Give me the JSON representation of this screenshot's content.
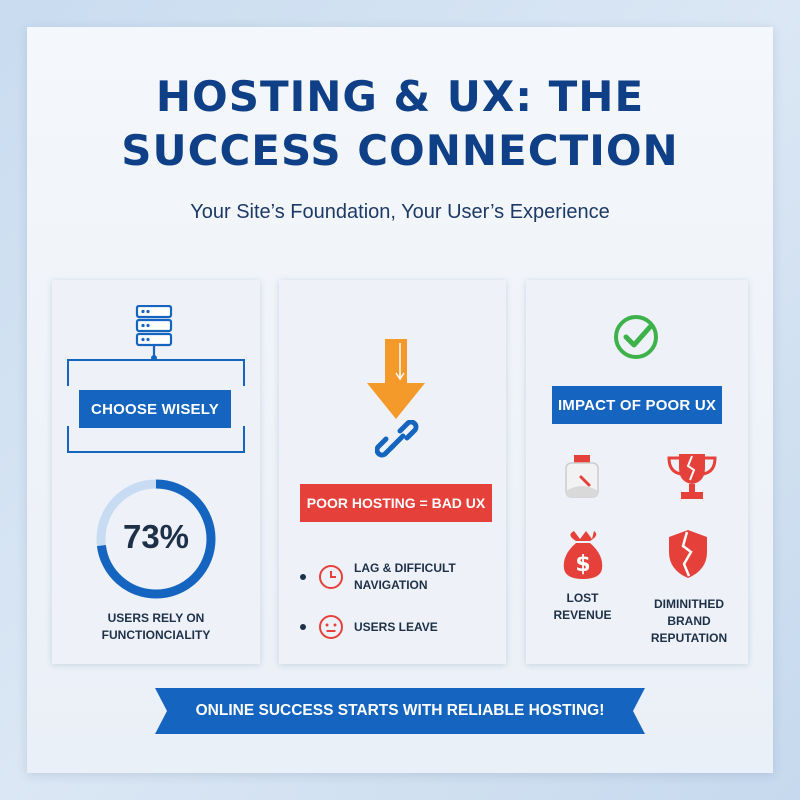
{
  "header": {
    "title_line1": "HOSTING & UX: THE",
    "title_line2": "SUCCESS CONNECTION",
    "subtitle": "Your Site’s Foundation, Your User’s Experience"
  },
  "card_choose": {
    "label": "CHOOSE WISELY",
    "stat_value": "73%",
    "stat_fraction": 0.73,
    "caption_line1": "USERS RELY ON",
    "caption_line2": "FUNCTIONCIALITY"
  },
  "card_poor": {
    "label": "POOR HOSTING = BAD UX",
    "items": [
      {
        "line1": "LAG & DIFFICULT",
        "line2": "NAVIGATION"
      },
      {
        "line1": "USERS LEAVE"
      }
    ]
  },
  "card_impact": {
    "label": "IMPACT OF POOR UX",
    "items": [
      {
        "line1": "LOST",
        "line2": "REVENUE"
      },
      {
        "line1": "DIMINITHED",
        "line2": "BRAND REPUTATION"
      }
    ]
  },
  "footer": {
    "banner": "ONLINE SUCCESS STARTS WITH RELIABLE HOSTING!"
  },
  "colors": {
    "navy": "#0f3f86",
    "blue": "#1565c0",
    "red": "#e5413a",
    "orange": "#f39a2b",
    "green": "#3db24a"
  }
}
